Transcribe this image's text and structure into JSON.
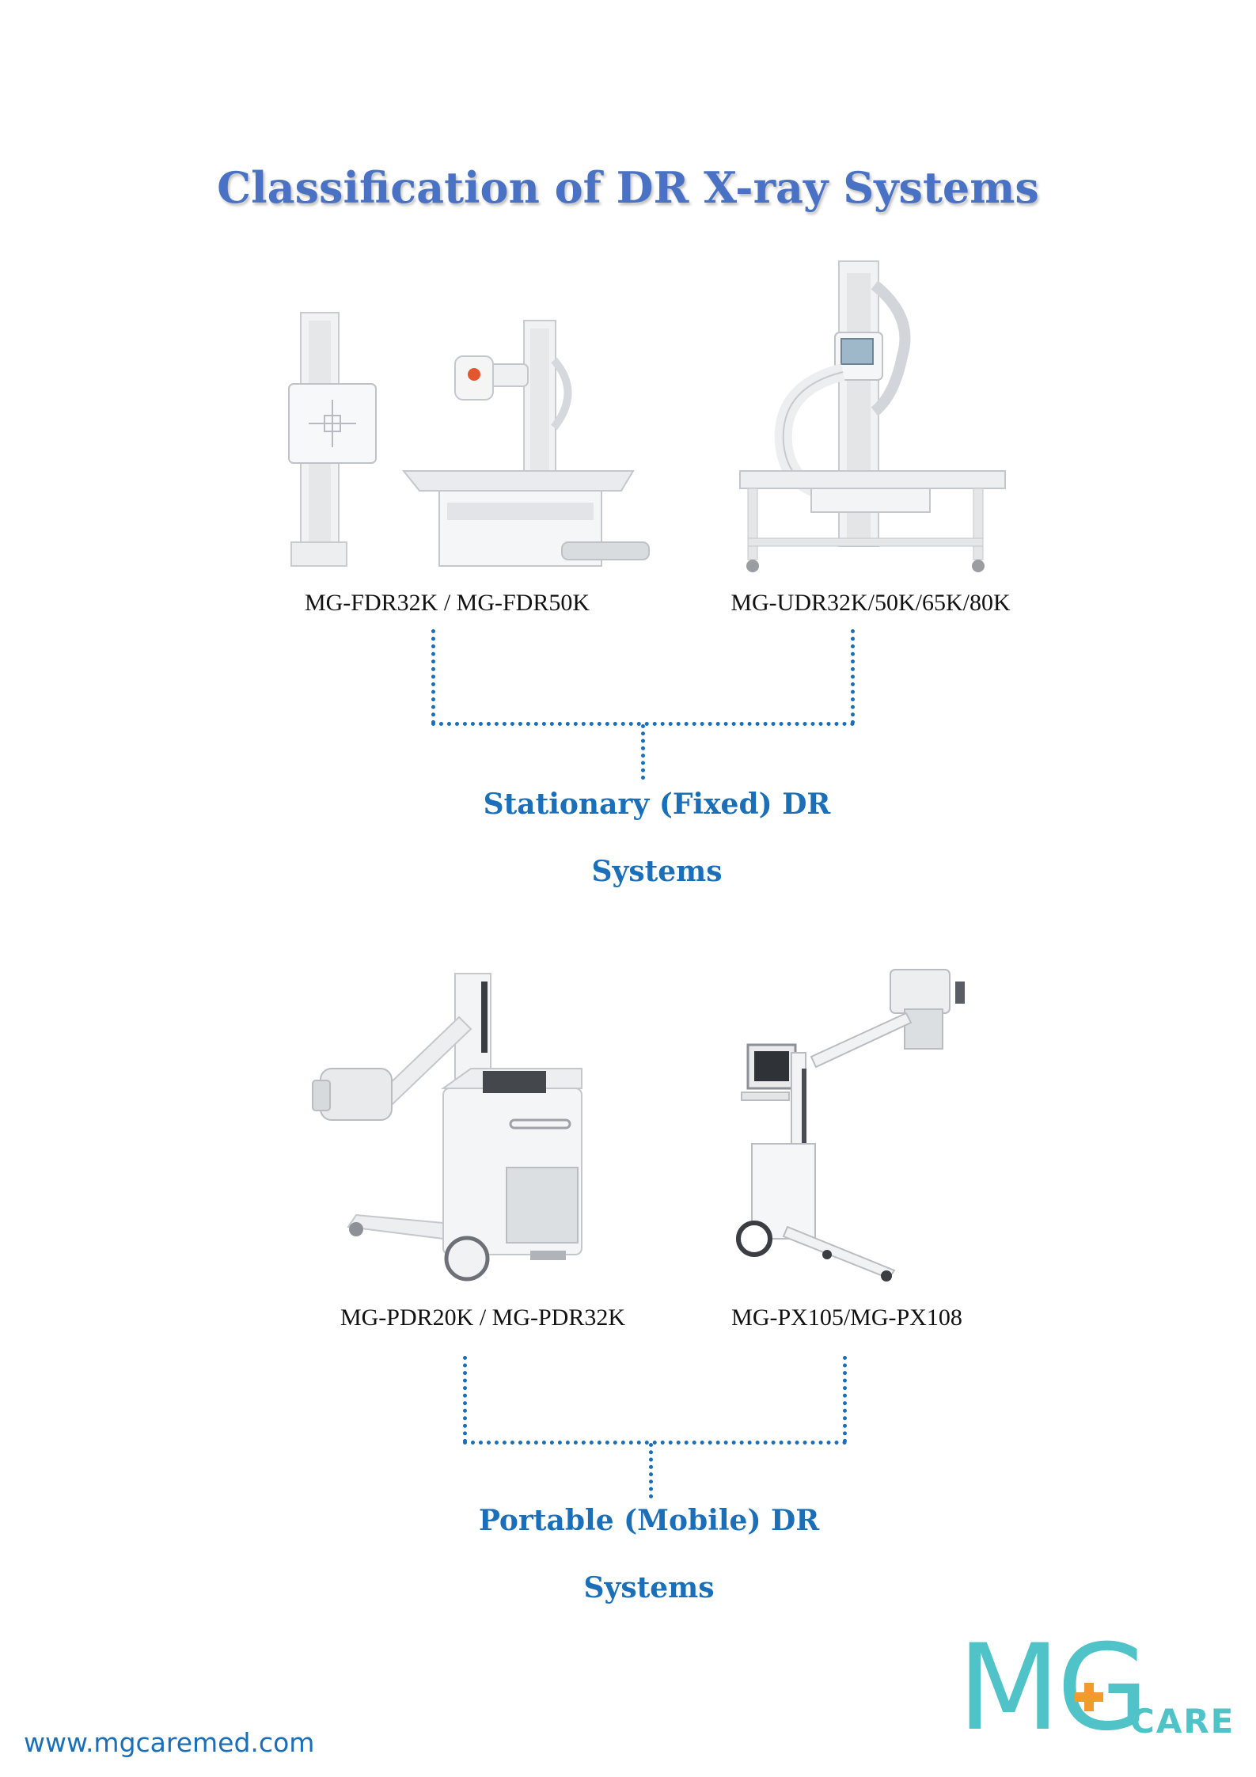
{
  "page": {
    "title": "Classification of DR X-ray Systems"
  },
  "groups": [
    {
      "category_line1": "Stationary (Fixed) DR",
      "category_line2": "Systems",
      "products": [
        {
          "model": "MG-FDR32K / MG-FDR50K",
          "image": "floor-mounted-dr-with-wall-stand-and-table"
        },
        {
          "model": "MG-UDR32K/50K/65K/80K",
          "image": "u-arm-dr-with-mobile-table"
        }
      ]
    },
    {
      "category_line1": "Portable (Mobile) DR",
      "category_line2": "Systems",
      "products": [
        {
          "model": "MG-PDR20K / MG-PDR32K",
          "image": "mobile-dr-cart"
        },
        {
          "model": "MG-PX105/MG-PX108",
          "image": "mobile-x-ray-unit-with-monitor"
        }
      ]
    }
  ],
  "footer": {
    "website": "www.mgcaremed.com",
    "logo_text": "MG",
    "logo_subtext": "CARE",
    "logo_color": "#4fc3c7",
    "logo_plus_color": "#f39a2d"
  },
  "colors": {
    "title": "#4a72c4",
    "accent": "#1a6fb8"
  }
}
